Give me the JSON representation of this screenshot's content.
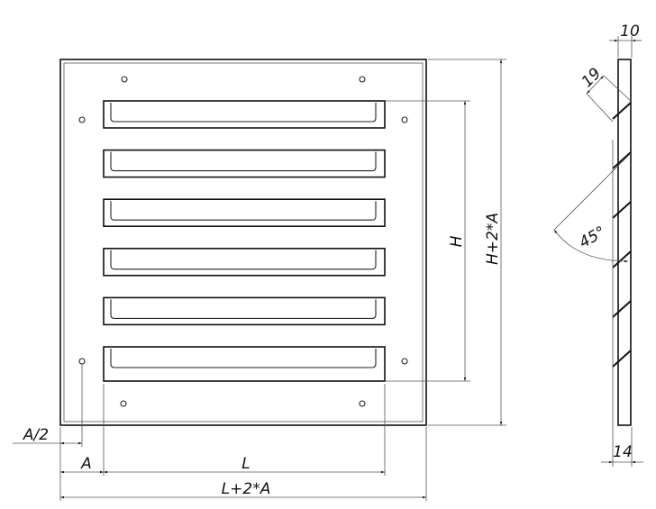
{
  "front_view": {
    "slot_count": 6,
    "hole_count": 8
  },
  "dimensions": {
    "height": "H",
    "total_height": "H+2*A",
    "half_margin": "A/2",
    "margin": "A",
    "length": "L",
    "total_length": "L+2*A"
  },
  "side_view": {
    "top_width": "10",
    "bottom_width": "14",
    "louver_depth": "19",
    "louver_angle": "45°"
  }
}
